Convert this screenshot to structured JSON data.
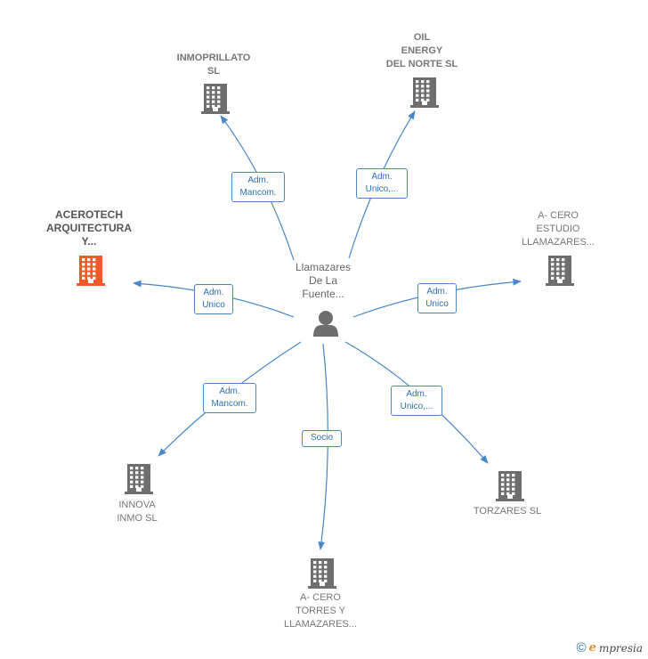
{
  "center": {
    "label": "Llamazares\nDe La\nFuente...",
    "icon": "person-icon"
  },
  "nodes": [
    {
      "id": "inmoprillato",
      "label": "INMOPRILLATO\nSL",
      "icon": "building-icon",
      "color": "#6e6e6e"
    },
    {
      "id": "oil",
      "label": "OIL\nENERGY\nDEL NORTE SL",
      "icon": "building-icon",
      "color": "#6e6e6e"
    },
    {
      "id": "acerotech",
      "label": "ACEROTECH\nARQUITECTURA\nY...",
      "icon": "building-icon",
      "color": "#f05a28"
    },
    {
      "id": "estudio",
      "label": "A- CERO\nESTUDIO\nLLAMAZARES...",
      "icon": "building-icon",
      "color": "#6e6e6e"
    },
    {
      "id": "innova",
      "label": "INNOVA\nINMO  SL",
      "icon": "building-icon",
      "color": "#6e6e6e"
    },
    {
      "id": "torres",
      "label": "A- CERO\nTORRES Y\nLLAMAZARES...",
      "icon": "building-icon",
      "color": "#6e6e6e"
    },
    {
      "id": "torzares",
      "label": "TORZARES  SL",
      "icon": "building-icon",
      "color": "#6e6e6e"
    }
  ],
  "edges": [
    {
      "to": "inmoprillato",
      "label": "Adm.\nMancom."
    },
    {
      "to": "oil",
      "label": "Adm.\nUnico,..."
    },
    {
      "to": "acerotech",
      "label": "Adm.\nUnico"
    },
    {
      "to": "estudio",
      "label": "Adm.\nUnico"
    },
    {
      "to": "innova",
      "label": "Adm.\nMancom."
    },
    {
      "to": "torres",
      "label": "Socio"
    },
    {
      "to": "torzares",
      "label": "Adm.\nUnico,..."
    }
  ],
  "footer": {
    "copyright": "©",
    "brand_e": "e",
    "brand": "mpresia"
  },
  "colors": {
    "edge": "#4a86c8",
    "node": "#6e6e6e",
    "highlight": "#f05a28"
  }
}
